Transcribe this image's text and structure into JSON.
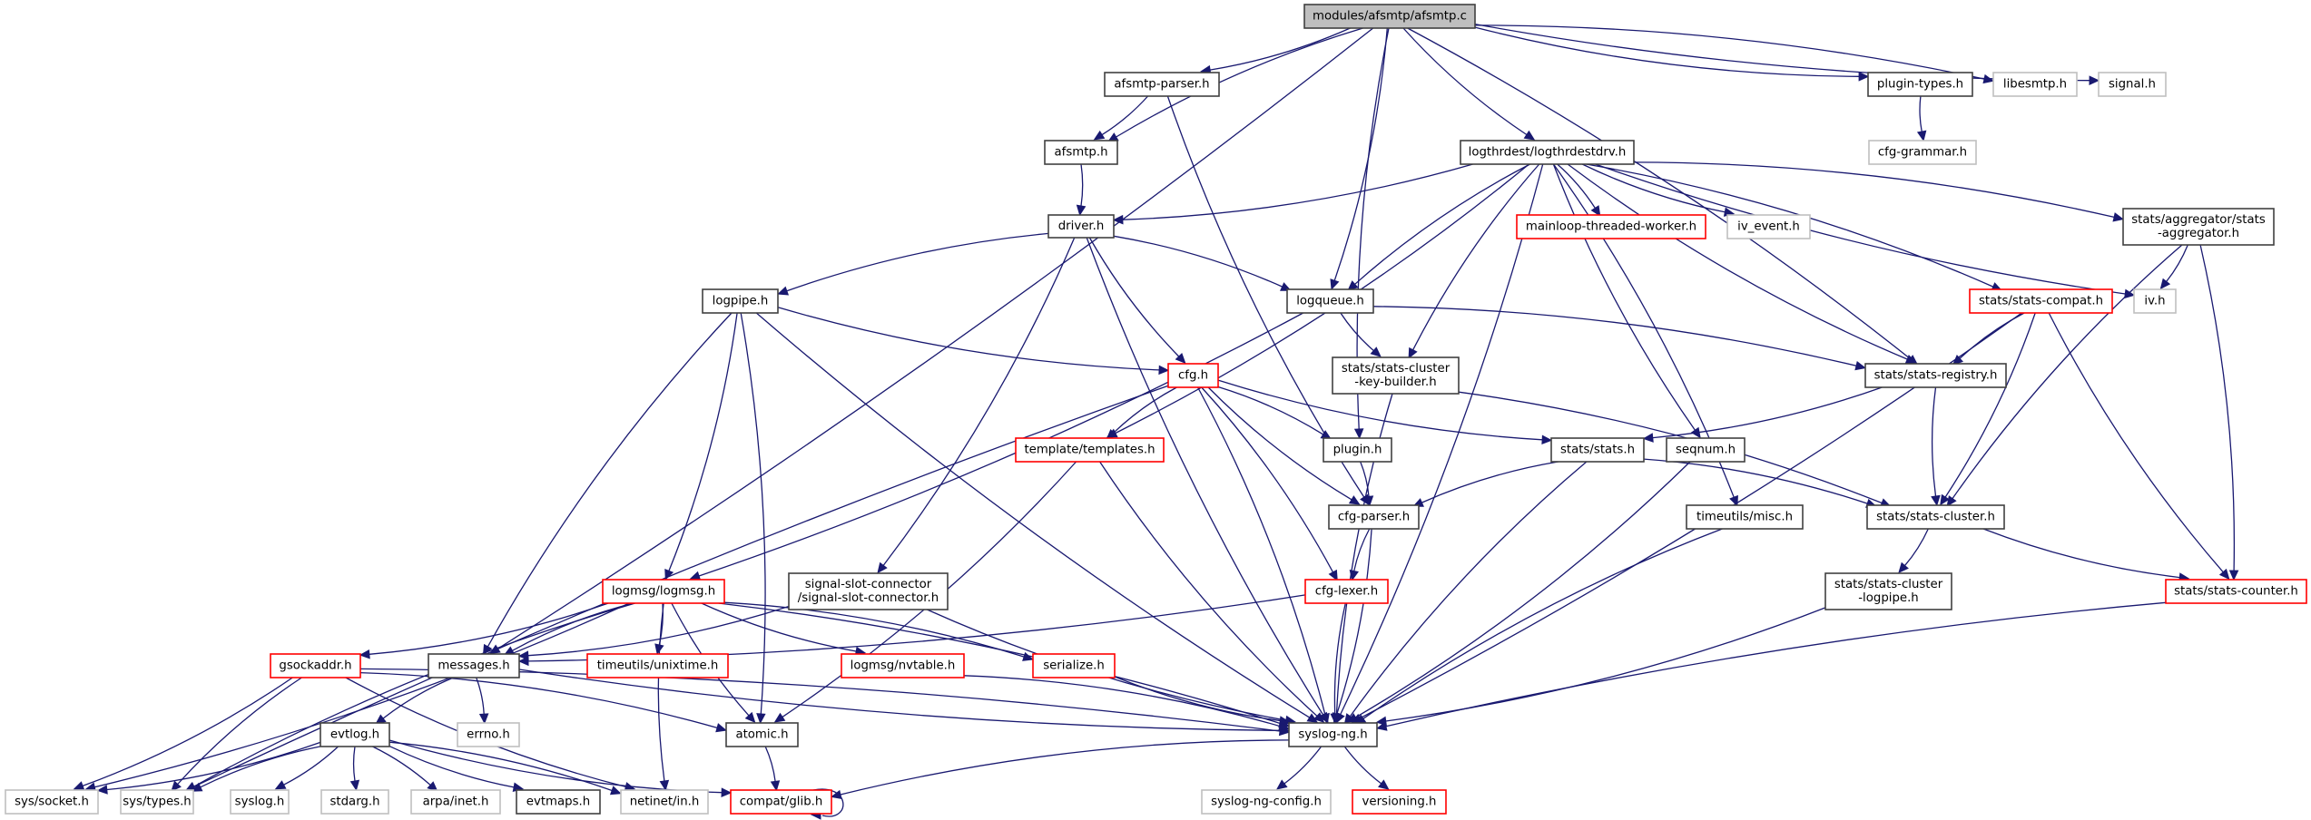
{
  "title": "modules/afsmtp/afsmtp.c include dependency graph",
  "colors": {
    "edge": "#191970",
    "border_documented": "#404040",
    "border_truncated": "#ff0000",
    "border_external": "#bfbfbf",
    "root_fill": "#bfbfbf"
  },
  "nodes": [
    {
      "id": "root",
      "label": [
        "modules/afsmtp/afsmtp.c"
      ],
      "kind": "root"
    },
    {
      "id": "afsmtp_parser",
      "label": [
        "afsmtp-parser.h"
      ],
      "kind": "black"
    },
    {
      "id": "afsmtp_h",
      "label": [
        "afsmtp.h"
      ],
      "kind": "black"
    },
    {
      "id": "plugin_types",
      "label": [
        "plugin-types.h"
      ],
      "kind": "black"
    },
    {
      "id": "libesmtp",
      "label": [
        "libesmtp.h"
      ],
      "kind": "gray"
    },
    {
      "id": "signal",
      "label": [
        "signal.h"
      ],
      "kind": "gray"
    },
    {
      "id": "cfg_grammar",
      "label": [
        "cfg-grammar.h"
      ],
      "kind": "gray"
    },
    {
      "id": "logthrdestdrv",
      "label": [
        "logthrdest/logthrdestdrv.h"
      ],
      "kind": "black"
    },
    {
      "id": "driver",
      "label": [
        "driver.h"
      ],
      "kind": "black"
    },
    {
      "id": "mainloop_tw",
      "label": [
        "mainloop-threaded-worker.h"
      ],
      "kind": "red"
    },
    {
      "id": "iv_event",
      "label": [
        "iv_event.h"
      ],
      "kind": "gray"
    },
    {
      "id": "stats_aggregator",
      "label": [
        "stats/aggregator/stats",
        "-aggregator.h"
      ],
      "kind": "black"
    },
    {
      "id": "logpipe",
      "label": [
        "logpipe.h"
      ],
      "kind": "black"
    },
    {
      "id": "logqueue",
      "label": [
        "logqueue.h"
      ],
      "kind": "black"
    },
    {
      "id": "stats_compat",
      "label": [
        "stats/stats-compat.h"
      ],
      "kind": "red"
    },
    {
      "id": "iv_h",
      "label": [
        "iv.h"
      ],
      "kind": "gray"
    },
    {
      "id": "cfg_h",
      "label": [
        "cfg.h"
      ],
      "kind": "red"
    },
    {
      "id": "stats_ckb",
      "label": [
        "stats/stats-cluster",
        "-key-builder.h"
      ],
      "kind": "black"
    },
    {
      "id": "stats_registry",
      "label": [
        "stats/stats-registry.h"
      ],
      "kind": "black"
    },
    {
      "id": "templates",
      "label": [
        "template/templates.h"
      ],
      "kind": "red"
    },
    {
      "id": "plugin_h",
      "label": [
        "plugin.h"
      ],
      "kind": "black"
    },
    {
      "id": "stats_stats",
      "label": [
        "stats/stats.h"
      ],
      "kind": "black"
    },
    {
      "id": "seqnum",
      "label": [
        "seqnum.h"
      ],
      "kind": "black"
    },
    {
      "id": "cfg_parser",
      "label": [
        "cfg-parser.h"
      ],
      "kind": "black"
    },
    {
      "id": "timeutils_misc",
      "label": [
        "timeutils/misc.h"
      ],
      "kind": "black"
    },
    {
      "id": "stats_cluster",
      "label": [
        "stats/stats-cluster.h"
      ],
      "kind": "black"
    },
    {
      "id": "logmsg",
      "label": [
        "logmsg/logmsg.h"
      ],
      "kind": "red"
    },
    {
      "id": "ssc",
      "label": [
        "signal-slot-connector",
        "/signal-slot-connector.h"
      ],
      "kind": "black"
    },
    {
      "id": "cfg_lexer",
      "label": [
        "cfg-lexer.h"
      ],
      "kind": "red"
    },
    {
      "id": "stats_cl_logpipe",
      "label": [
        "stats/stats-cluster",
        "-logpipe.h"
      ],
      "kind": "black"
    },
    {
      "id": "stats_counter",
      "label": [
        "stats/stats-counter.h"
      ],
      "kind": "red"
    },
    {
      "id": "gsockaddr",
      "label": [
        "gsockaddr.h"
      ],
      "kind": "red"
    },
    {
      "id": "messages",
      "label": [
        "messages.h"
      ],
      "kind": "black"
    },
    {
      "id": "unixtime",
      "label": [
        "timeutils/unixtime.h"
      ],
      "kind": "red"
    },
    {
      "id": "nvtable",
      "label": [
        "logmsg/nvtable.h"
      ],
      "kind": "red"
    },
    {
      "id": "serialize",
      "label": [
        "serialize.h"
      ],
      "kind": "red"
    },
    {
      "id": "evtlog",
      "label": [
        "evtlog.h"
      ],
      "kind": "black"
    },
    {
      "id": "errno",
      "label": [
        "errno.h"
      ],
      "kind": "gray"
    },
    {
      "id": "atomic",
      "label": [
        "atomic.h"
      ],
      "kind": "black"
    },
    {
      "id": "syslog_ng",
      "label": [
        "syslog-ng.h"
      ],
      "kind": "black"
    },
    {
      "id": "sys_socket",
      "label": [
        "sys/socket.h"
      ],
      "kind": "gray"
    },
    {
      "id": "sys_types",
      "label": [
        "sys/types.h"
      ],
      "kind": "gray"
    },
    {
      "id": "syslog_h",
      "label": [
        "syslog.h"
      ],
      "kind": "gray"
    },
    {
      "id": "stdarg",
      "label": [
        "stdarg.h"
      ],
      "kind": "gray"
    },
    {
      "id": "arpa_inet",
      "label": [
        "arpa/inet.h"
      ],
      "kind": "gray"
    },
    {
      "id": "evtmaps",
      "label": [
        "evtmaps.h"
      ],
      "kind": "black"
    },
    {
      "id": "netinet_in",
      "label": [
        "netinet/in.h"
      ],
      "kind": "gray"
    },
    {
      "id": "compat_glib",
      "label": [
        "compat/glib.h"
      ],
      "kind": "red"
    },
    {
      "id": "syslog_ng_config",
      "label": [
        "syslog-ng-config.h"
      ],
      "kind": "gray"
    },
    {
      "id": "versioning",
      "label": [
        "versioning.h"
      ],
      "kind": "red"
    }
  ],
  "edges": [
    [
      "root",
      "messages"
    ],
    [
      "root",
      "afsmtp_h"
    ],
    [
      "root",
      "afsmtp_parser"
    ],
    [
      "root",
      "plugin_h"
    ],
    [
      "root",
      "logqueue"
    ],
    [
      "root",
      "logthrdestdrv"
    ],
    [
      "root",
      "stats_registry"
    ],
    [
      "root",
      "plugin_types"
    ],
    [
      "root",
      "libesmtp"
    ],
    [
      "root",
      "signal"
    ],
    [
      "afsmtp_parser",
      "afsmtp_h"
    ],
    [
      "afsmtp_parser",
      "cfg_parser"
    ],
    [
      "afsmtp_h",
      "driver"
    ],
    [
      "plugin_types",
      "cfg_grammar"
    ],
    [
      "logthrdestdrv",
      "driver"
    ],
    [
      "logthrdestdrv",
      "logqueue"
    ],
    [
      "logthrdestdrv",
      "templates"
    ],
    [
      "logthrdestdrv",
      "stats_ckb"
    ],
    [
      "logthrdestdrv",
      "mainloop_tw"
    ],
    [
      "logthrdestdrv",
      "iv_event"
    ],
    [
      "logthrdestdrv",
      "syslog_ng"
    ],
    [
      "logthrdestdrv",
      "seqnum"
    ],
    [
      "logthrdestdrv",
      "timeutils_misc"
    ],
    [
      "logthrdestdrv",
      "stats_registry"
    ],
    [
      "logthrdestdrv",
      "stats_compat"
    ],
    [
      "logthrdestdrv",
      "iv_h"
    ],
    [
      "logthrdestdrv",
      "stats_aggregator"
    ],
    [
      "driver",
      "logpipe"
    ],
    [
      "driver",
      "logqueue"
    ],
    [
      "driver",
      "cfg_h"
    ],
    [
      "driver",
      "ssc"
    ],
    [
      "driver",
      "syslog_ng"
    ],
    [
      "stats_aggregator",
      "iv_h"
    ],
    [
      "stats_aggregator",
      "stats_cluster"
    ],
    [
      "stats_aggregator",
      "stats_counter"
    ],
    [
      "logpipe",
      "cfg_h"
    ],
    [
      "logpipe",
      "logmsg"
    ],
    [
      "logpipe",
      "messages"
    ],
    [
      "logpipe",
      "atomic"
    ],
    [
      "logpipe",
      "syslog_ng"
    ],
    [
      "logqueue",
      "logmsg"
    ],
    [
      "logqueue",
      "stats_ckb"
    ],
    [
      "logqueue",
      "stats_registry"
    ],
    [
      "stats_compat",
      "stats_registry"
    ],
    [
      "stats_compat",
      "stats_cluster"
    ],
    [
      "stats_compat",
      "stats_counter"
    ],
    [
      "stats_compat",
      "syslog_ng"
    ],
    [
      "cfg_h",
      "templates"
    ],
    [
      "cfg_h",
      "plugin_h"
    ],
    [
      "cfg_h",
      "cfg_parser"
    ],
    [
      "cfg_h",
      "cfg_lexer"
    ],
    [
      "cfg_h",
      "stats_stats"
    ],
    [
      "cfg_h",
      "syslog_ng"
    ],
    [
      "cfg_h",
      "sys_types"
    ],
    [
      "stats_ckb",
      "stats_cluster"
    ],
    [
      "stats_ckb",
      "syslog_ng"
    ],
    [
      "stats_registry",
      "stats_stats"
    ],
    [
      "stats_registry",
      "stats_cluster"
    ],
    [
      "templates",
      "atomic"
    ],
    [
      "templates",
      "syslog_ng"
    ],
    [
      "plugin_h",
      "cfg_parser"
    ],
    [
      "stats_stats",
      "cfg_parser"
    ],
    [
      "stats_stats",
      "stats_cluster"
    ],
    [
      "stats_stats",
      "syslog_ng"
    ],
    [
      "seqnum",
      "syslog_ng"
    ],
    [
      "cfg_parser",
      "cfg_lexer"
    ],
    [
      "cfg_parser",
      "syslog_ng"
    ],
    [
      "timeutils_misc",
      "syslog_ng"
    ],
    [
      "stats_cluster",
      "stats_cl_logpipe"
    ],
    [
      "stats_cluster",
      "stats_counter"
    ],
    [
      "logmsg",
      "gsockaddr"
    ],
    [
      "logmsg",
      "messages"
    ],
    [
      "logmsg",
      "unixtime"
    ],
    [
      "logmsg",
      "nvtable"
    ],
    [
      "logmsg",
      "serialize"
    ],
    [
      "logmsg",
      "atomic"
    ],
    [
      "logmsg",
      "syslog_ng"
    ],
    [
      "logmsg",
      "sys_types"
    ],
    [
      "logmsg",
      "sys_socket"
    ],
    [
      "logmsg",
      "netinet_in"
    ],
    [
      "ssc",
      "messages"
    ],
    [
      "ssc",
      "syslog_ng"
    ],
    [
      "cfg_lexer",
      "messages"
    ],
    [
      "cfg_lexer",
      "syslog_ng"
    ],
    [
      "stats_cl_logpipe",
      "syslog_ng"
    ],
    [
      "stats_counter",
      "syslog_ng"
    ],
    [
      "gsockaddr",
      "sys_socket"
    ],
    [
      "gsockaddr",
      "sys_types"
    ],
    [
      "gsockaddr",
      "atomic"
    ],
    [
      "gsockaddr",
      "netinet_in"
    ],
    [
      "gsockaddr",
      "syslog_ng"
    ],
    [
      "messages",
      "evtlog"
    ],
    [
      "messages",
      "errno"
    ],
    [
      "messages",
      "syslog_ng"
    ],
    [
      "nvtable",
      "syslog_ng"
    ],
    [
      "serialize",
      "syslog_ng"
    ],
    [
      "evtlog",
      "sys_socket"
    ],
    [
      "evtlog",
      "sys_types"
    ],
    [
      "evtlog",
      "syslog_h"
    ],
    [
      "evtlog",
      "stdarg"
    ],
    [
      "evtlog",
      "arpa_inet"
    ],
    [
      "evtlog",
      "evtmaps"
    ],
    [
      "evtlog",
      "netinet_in"
    ],
    [
      "evtlog",
      "compat_glib"
    ],
    [
      "atomic",
      "compat_glib"
    ],
    [
      "syslog_ng",
      "compat_glib"
    ],
    [
      "syslog_ng",
      "syslog_ng_config"
    ],
    [
      "syslog_ng",
      "versioning"
    ],
    [
      "compat_glib",
      "compat_glib"
    ]
  ]
}
